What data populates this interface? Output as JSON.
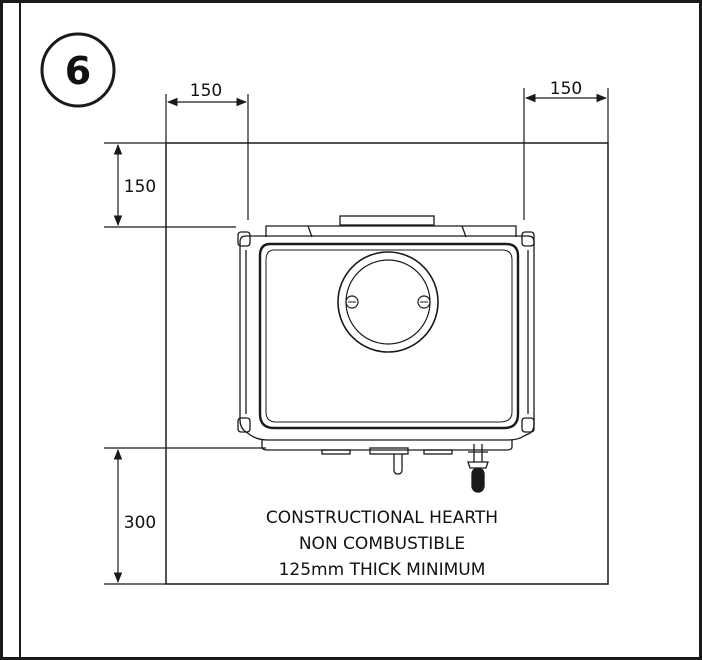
{
  "step": {
    "number": "6"
  },
  "dimensions": {
    "left_side": "150",
    "right_side": "150",
    "rear": "150",
    "front": "300"
  },
  "hearth": {
    "line1": "CONSTRUCTIONAL HEARTH",
    "line2": "NON COMBUSTIBLE",
    "line3": "125mm THICK MINIMUM"
  },
  "colors": {
    "line": "#1a1a1a",
    "background": "#ffffff"
  }
}
